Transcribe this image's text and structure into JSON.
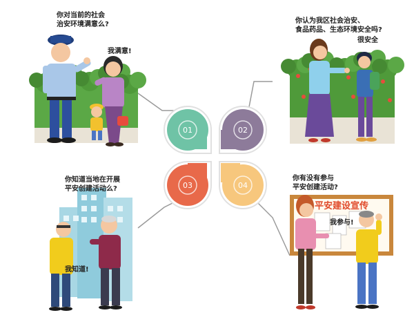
{
  "panels": {
    "top_left": {
      "question": [
        "你对当前的社会",
        "治安环境满意么?"
      ],
      "answer": "我满意!"
    },
    "top_right": {
      "question": [
        "你认为我区社会治安、",
        "食品药品、生态环境安全吗?"
      ],
      "answer": "很安全"
    },
    "bottom_left": {
      "question": [
        "你知道当地在开展",
        "平安创建活动么?"
      ],
      "answer": "我知道!"
    },
    "bottom_right": {
      "question": [
        "你有没有参与",
        "平安创建活动?"
      ],
      "answer": "我参与!",
      "banner": "平安建设宣传"
    }
  },
  "petals": [
    {
      "number": "01",
      "color": "#6fc3a6"
    },
    {
      "number": "02",
      "color": "#8d7b9a"
    },
    {
      "number": "03",
      "color": "#e8694a"
    },
    {
      "number": "04",
      "color": "#f7c77d"
    }
  ],
  "colors": {
    "connector": "#9a9a9a",
    "tree": "#4f9a3a",
    "berry": "#e74c3c",
    "building": "#9fd3e0"
  }
}
